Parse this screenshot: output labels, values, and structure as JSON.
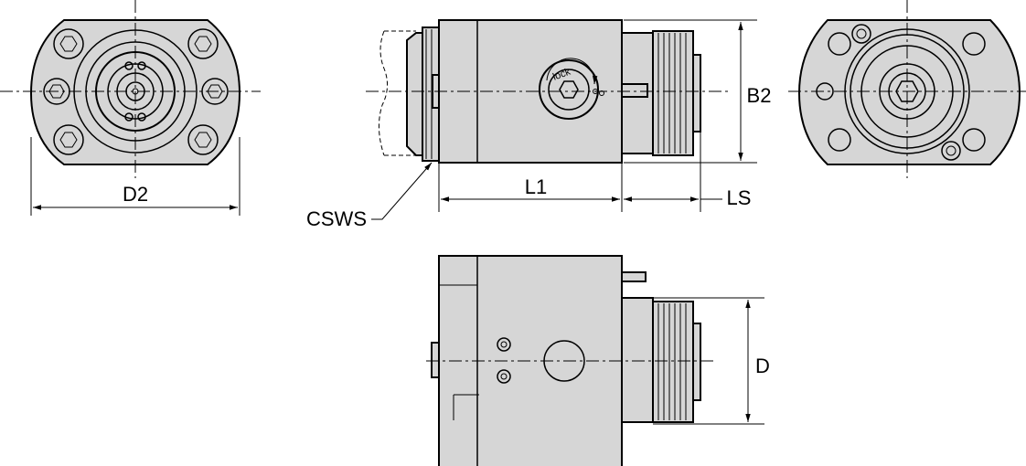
{
  "labels": {
    "d2": "D2",
    "l1": "L1",
    "ls": "LS",
    "b2": "B2",
    "cswS": "CSWS",
    "d": "D",
    "lock": "lock"
  }
}
